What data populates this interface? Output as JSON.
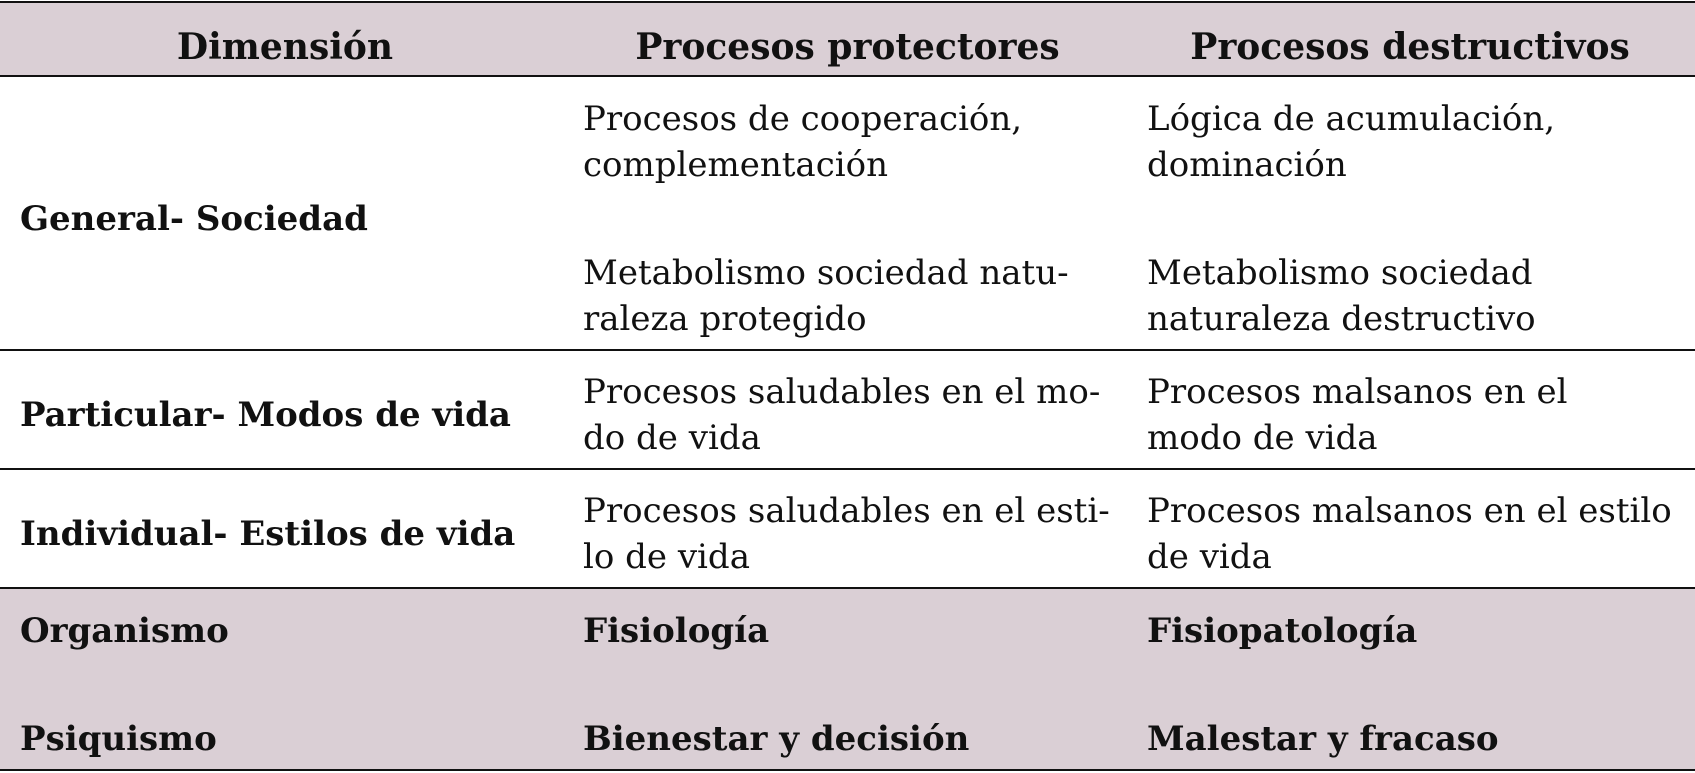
{
  "table": {
    "headers": [
      "Dimensión",
      "Procesos protectores",
      "Procesos destructivos"
    ],
    "rows": [
      {
        "dimension": "General- Sociedad",
        "protectores": [
          [
            "Procesos de cooperación,",
            "complementación"
          ],
          [
            "Metabolismo sociedad natu-",
            "raleza protegido"
          ]
        ],
        "destructivos": [
          [
            "Lógica de acumulación,",
            "dominación"
          ],
          [
            "Metabolismo sociedad",
            "naturaleza destructivo"
          ]
        ]
      },
      {
        "dimension": "Particular- Modos de vida",
        "protectores": [
          [
            "Procesos saludables en el mo-",
            "do de vida"
          ]
        ],
        "destructivos": [
          [
            "Procesos malsanos en el",
            "modo de vida"
          ]
        ]
      },
      {
        "dimension": "Individual- Estilos de vida",
        "protectores": [
          [
            "Procesos saludables en el esti-",
            "lo de vida"
          ]
        ],
        "destructivos": [
          [
            "Procesos malsanos en el estilo",
            "de vida"
          ]
        ]
      },
      {
        "dimension": "Organismo",
        "protectores": [
          [
            "Fisiología"
          ]
        ],
        "destructivos": [
          [
            "Fisiopatología"
          ]
        ]
      },
      {
        "dimension": "Psiquismo",
        "protectores": [
          [
            "Bienestar y decisión"
          ]
        ],
        "destructivos": [
          [
            "Malestar y fracaso"
          ]
        ]
      }
    ],
    "colors": {
      "shading": "#dacfd5",
      "rule": "#111111"
    }
  }
}
